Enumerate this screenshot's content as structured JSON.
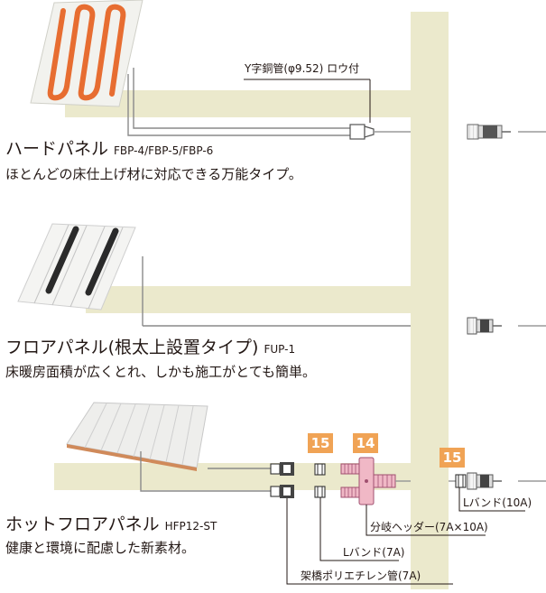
{
  "colors": {
    "track": "#ebe9cc",
    "badge": "#f0a355",
    "pipe": "#9a9a9a",
    "heater": "#e76d31",
    "header_fitting": "#f0b8c6"
  },
  "panels": [
    {
      "title": "ハードパネル",
      "model": "FBP-4/FBP-5/FBP-6",
      "description": "ほとんどの床仕上げ材に対応できる万能タイプ。"
    },
    {
      "title": "フロアパネル(根太上設置タイプ)",
      "model": "FUP-1",
      "description": "床暖房面積が広くとれ、しかも施工がとても簡単。"
    },
    {
      "title": "ホットフロアパネル",
      "model": "HFP12-ST",
      "description": "健康と環境に配慮した新素材。"
    }
  ],
  "callouts": {
    "y_pipe": "Y字銅管(φ9.52) ロウ付",
    "band_10a": "Lバンド(10A)",
    "header": "分岐ヘッダー(7A×10A)",
    "band_7a": "Lバンド(7A)",
    "pipe_7a": "架橋ポリエチレン管(7A)"
  },
  "badges": [
    "15",
    "14",
    "15"
  ]
}
